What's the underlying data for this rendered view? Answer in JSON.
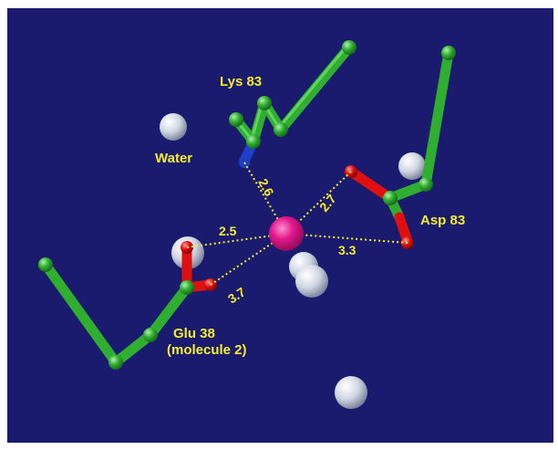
{
  "colors": {
    "background": "#1a1a6e",
    "border": "#ffffff",
    "carbon": "#2fae2f",
    "carbon_light": "#7be37b",
    "oxygen": "#e01010",
    "nitrogen": "#1f3fc8",
    "metal": "#e0188c",
    "water": "#dde4ee",
    "label": "#f4ee2a",
    "distance_line": "#f4ee2a"
  },
  "labels": {
    "lys": "Lys 83",
    "water": "Water",
    "asp": "Asp 83",
    "glu_line1": "Glu 38",
    "glu_line2": "(molecule 2)"
  },
  "distances": {
    "lys_n": "2.6",
    "asp_o1": "2.7",
    "asp_o2": "3.3",
    "glu_o1": "2.5",
    "glu_o2": "3.7"
  },
  "icons": {
    "metal_ion": "metal-ion-sphere",
    "water": "water-sphere"
  }
}
